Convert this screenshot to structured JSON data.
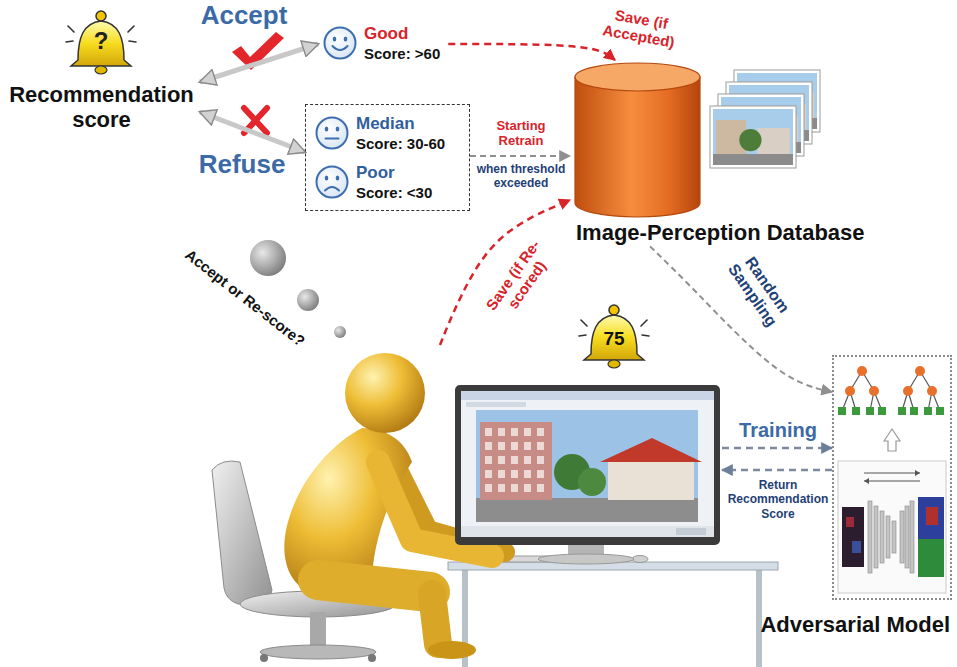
{
  "diagram": {
    "nodes": [
      {
        "text": [
          "?",
          "Recommendation score"
        ]
      },
      {
        "text": [
          "Good",
          "Score: >60"
        ]
      },
      {
        "text": []
      },
      {
        "text": [
          "Median",
          "Score: 30-60"
        ],
        "in": 2
      },
      {
        "text": [
          "Poor",
          "Score: <30"
        ],
        "in": 2
      },
      {
        "text": [
          "Image-Perception Database"
        ]
      },
      {
        "text": [
          "75"
        ]
      },
      {
        "text": [
          "Adversarial Model"
        ]
      }
    ],
    "edges": [
      {
        "from": 0,
        "to": 1,
        "label": "Accept",
        "arrow": "both"
      },
      {
        "from": 0,
        "to": 2,
        "label": "Refuse",
        "arrow": "both"
      },
      {
        "from": 1,
        "to": 5,
        "label": "Save (if Accepted)",
        "arrow": "to"
      },
      {
        "from": 2,
        "to": 5,
        "label": "Starting Retrain",
        "arrow": "to"
      },
      {
        "from": 6,
        "to": 5,
        "label": "Save (if Re-scored)",
        "arrow": "to"
      },
      {
        "from": 5,
        "to": 7,
        "label": "Random Sampling",
        "arrow": "to"
      },
      {
        "from": 6,
        "to": 7,
        "label": "Training",
        "arrow": "to"
      },
      {
        "from": 7,
        "to": 6,
        "label": "Return Recommendation Score",
        "arrow": "to"
      }
    ],
    "labels": [
      "when threshold exceeded",
      "Accept or Re-score?"
    ]
  }
}
